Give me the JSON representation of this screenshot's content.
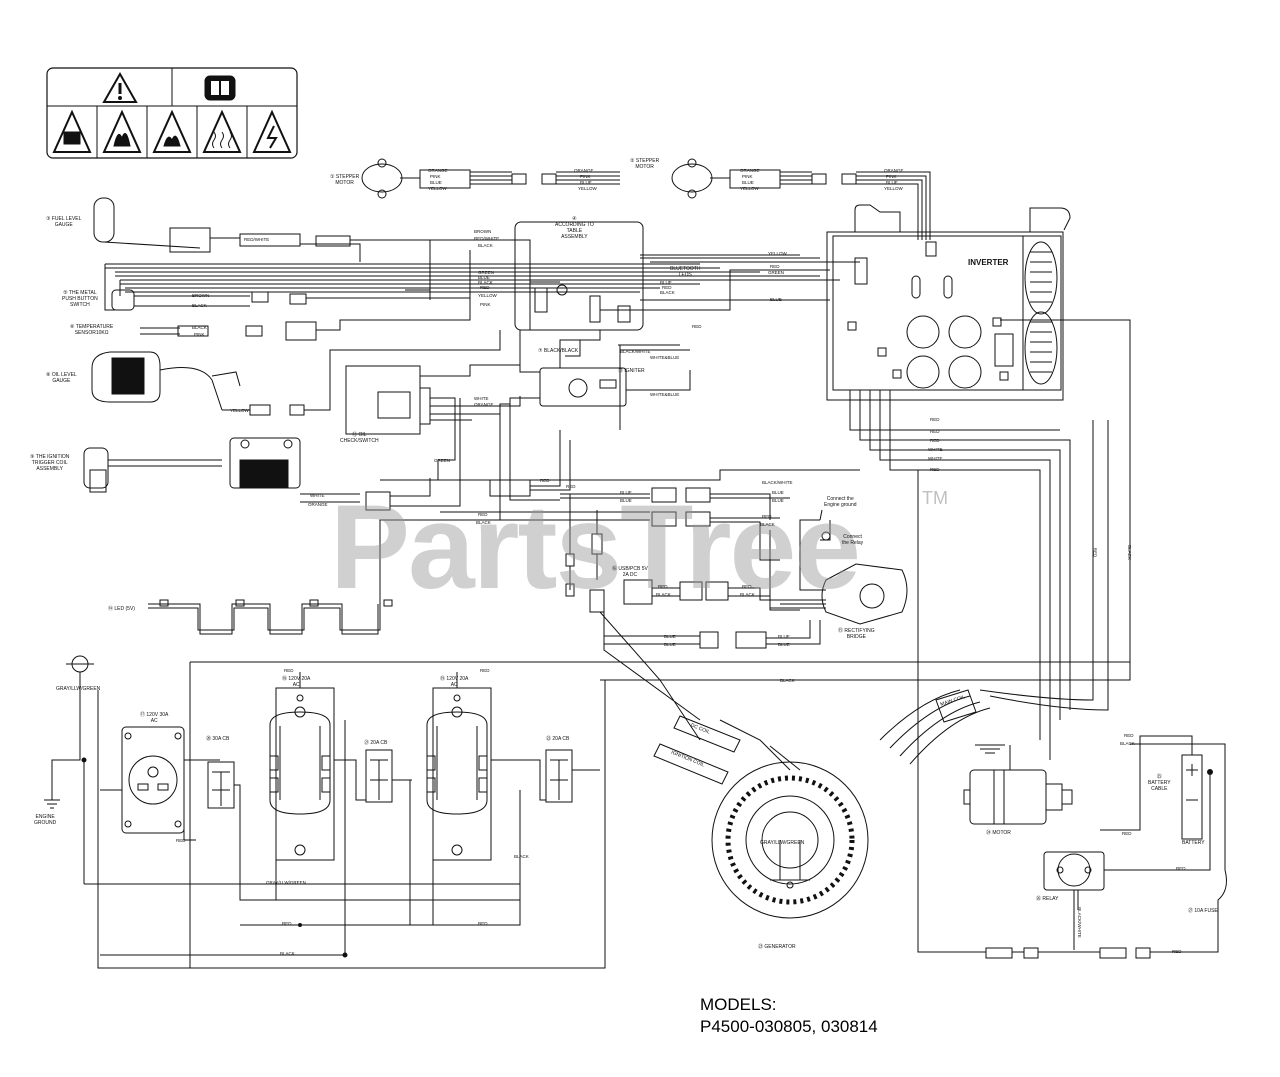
{
  "watermark": {
    "text": "PartsTree",
    "tm": "TM"
  },
  "models": {
    "heading": "MODELS:",
    "numbers": "P4500-030805, 030814"
  },
  "components": {
    "stepper_motor_1": "① STEPPER\nMOTOR",
    "stepper_motor_2": "② STEPPER\nMOTOR",
    "fuel_level_gauge": "③ FUEL LEVEL\nGAUGE",
    "according_to_table": "④\nACCORDING TO\nTABLE\nASSEMBLY",
    "push_button_switch": "⑤ THE METAL\nPUSH BUTTON\nSWITCH",
    "temperature_sensor": "⑥ TEMPERATURE\nSENSOR10KΩ",
    "oil_level_gauge": "⑧ OIL LEVEL\nGAUGE",
    "ignition_coil": "⑨ THE IGNITION\nTRIGGER COIL\nASSEMBLY",
    "inverter": "INVERTER",
    "bluetooth_leds": "BLUETOOTH\nLEDS",
    "igniter": "⑬ IGNITER",
    "led_5v": "⑭ LED (5V)",
    "rectifying_bridge": "⑮ RECTIFYING\nBRIDGE",
    "connect_engine_ground": "Connect the\nEngine ground",
    "connect_relay": "Connect\nthe Relay",
    "usb_pcb": "⑯ USB/PCB 5V\n2A DC",
    "grounding": "GRAY/LLW/GREEN",
    "engine_ground": "ENGINE\nGROUND",
    "outlet_30a": "⑰ 120V 30A\nAC",
    "outlet_20a_1": "⑱ 120V 20A\nAC",
    "outlet_20a_2": "⑲ 120V 20A\nAC",
    "cb_30a": "⑳ 30A CB",
    "cb_20a_1": "㉑ 20A CB",
    "cb_20a_2": "㉒ 20A CB",
    "main_coil": "MAIN COIL",
    "dc_coil": "DC COIL",
    "ignition_coil_gen": "IGNITION COIL",
    "generator": "㉓ GENERATOR",
    "gen_ground": "GRAY/LLW/GREEN",
    "motor": "㉔ MOTOR",
    "battery_cable": "㉕\nBATTERY\nCABLE",
    "battery": "BATTERY",
    "relay": "㉖ RELAY",
    "fuse_10a": "㉗ 10A FUSE",
    "oil_check_switch": "⑫ OIL\nCHECK/SWITCH",
    "blackblack": "⑦ BLACK/BLACK"
  },
  "wires": {
    "orange": "ORANGE",
    "pink": "PINK",
    "blue": "BLUE",
    "yellow": "YELLOW",
    "brown": "BROWN",
    "red_white": "RED/WHITE",
    "black": "BLACK",
    "green": "GREEN",
    "red": "RED",
    "white": "WHITE",
    "black_white": "BLACK/WHITE",
    "white_blue": "WHITE&BLUE",
    "gray_green": "GRAY/LLW/GREEN"
  },
  "colors": {
    "line": "#111111",
    "watermark": "#969696"
  }
}
